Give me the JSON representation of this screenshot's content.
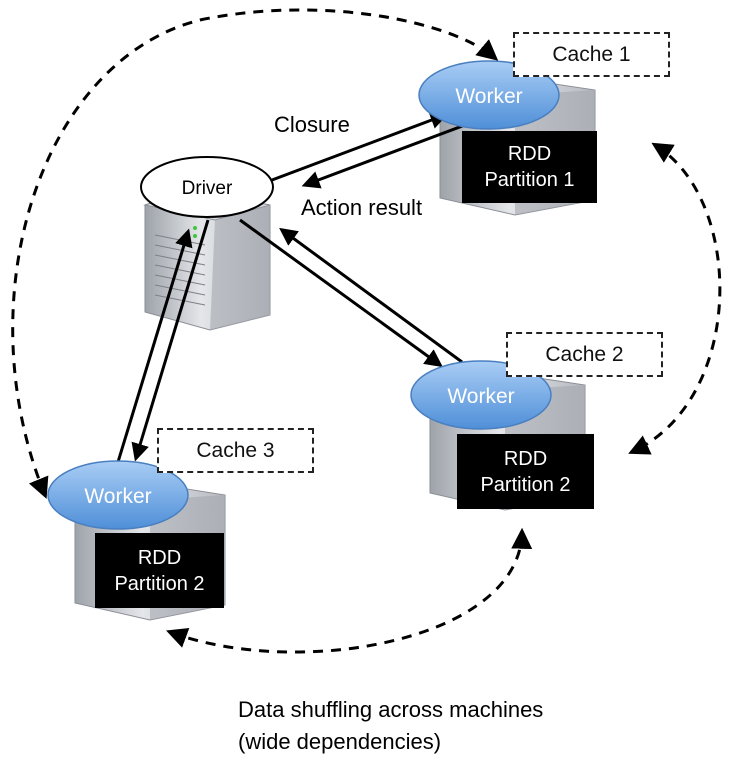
{
  "driver": {
    "label": "Driver"
  },
  "workers": [
    {
      "label": "Worker",
      "cache": "Cache 1",
      "rdd_line1": "RDD",
      "rdd_line2": "Partition 1"
    },
    {
      "label": "Worker",
      "cache": "Cache 2",
      "rdd_line1": "RDD",
      "rdd_line2": "Partition 2"
    },
    {
      "label": "Worker",
      "cache": "Cache 3",
      "rdd_line1": "RDD",
      "rdd_line2": "Partition 2"
    }
  ],
  "edges": {
    "closure": "Closure",
    "action_result": "Action result"
  },
  "caption": {
    "line1": "Data shuffling across machines",
    "line2": "(wide dependencies)"
  },
  "colors": {
    "worker_fill": "#6fa8e6",
    "worker_stroke": "#4a7fc0",
    "server_body": "#c9ccd1",
    "rdd_fill": "#000000"
  }
}
